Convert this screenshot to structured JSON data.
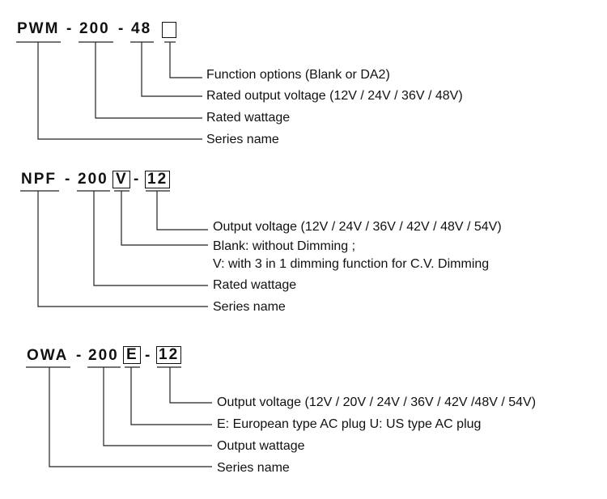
{
  "blocks": [
    {
      "code": {
        "series": "PWM",
        "sep1": "-",
        "wattage": "200",
        "sep2": "-",
        "voltage": "48",
        "option": ""
      },
      "labels": [
        "Function options (Blank or DA2)",
        "Rated output voltage (12V / 24V / 36V / 48V)",
        "Rated wattage",
        "Series name"
      ]
    },
    {
      "code": {
        "series": "NPF",
        "sep1": "-",
        "wattage": "200",
        "dimming": "V",
        "sep2": "-",
        "voltage": "12"
      },
      "labels": [
        "Output voltage (12V / 24V / 36V / 42V / 48V / 54V)",
        "Blank: without Dimming ;",
        "V: with 3 in 1 dimming function for C.V. Dimming",
        "Rated wattage",
        "Series name"
      ]
    },
    {
      "code": {
        "series": "OWA",
        "sep1": "-",
        "wattage": "200",
        "plug": "E",
        "sep2": "-",
        "voltage": "12"
      },
      "labels": [
        "Output voltage (12V / 20V / 24V / 36V / 42V /48V / 54V)",
        "E: European type AC plug U: US type AC plug",
        "Output wattage",
        "Series name"
      ]
    }
  ]
}
